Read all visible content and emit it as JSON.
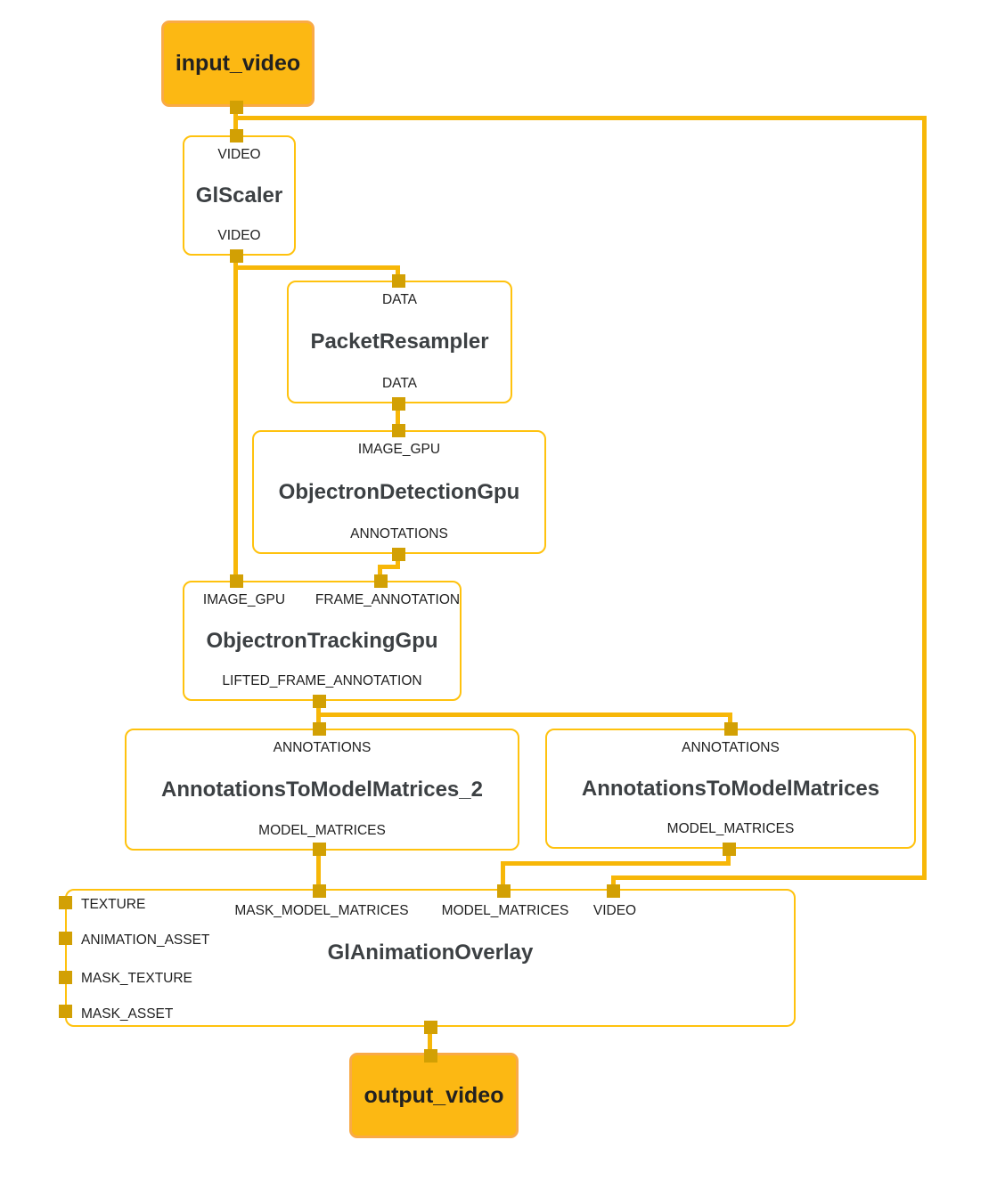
{
  "colors": {
    "edge": "#F7B708",
    "port": "#D2A004",
    "node_border": "#FFC20E",
    "node_fill": "#FFFFFF",
    "terminal_fill": "#FCB813",
    "terminal_border": "#F9AA47",
    "label_text": "#1F1F1F",
    "title_text": "#3C4043",
    "background": "#FFFFFF"
  },
  "graph": {
    "nodes": {
      "input_video": {
        "title": "input_video"
      },
      "gl_scaler": {
        "title": "GlScaler",
        "input": "VIDEO",
        "output": "VIDEO"
      },
      "packet_resampler": {
        "title": "PacketResampler",
        "input": "DATA",
        "output": "DATA"
      },
      "objectron_detection_gpu": {
        "title": "ObjectronDetectionGpu",
        "input": "IMAGE_GPU",
        "output": "ANNOTATIONS"
      },
      "objectron_tracking_gpu": {
        "title": "ObjectronTrackingGpu",
        "input_1": "IMAGE_GPU",
        "input_2": "FRAME_ANNOTATION",
        "output": "LIFTED_FRAME_ANNOTATION"
      },
      "annotations_to_model_matrices_2": {
        "title": "AnnotationsToModelMatrices_2",
        "input": "ANNOTATIONS",
        "output": "MODEL_MATRICES"
      },
      "annotations_to_model_matrices": {
        "title": "AnnotationsToModelMatrices",
        "input": "ANNOTATIONS",
        "output": "MODEL_MATRICES"
      },
      "gl_animation_overlay": {
        "title": "GlAnimationOverlay",
        "side_inputs": [
          "TEXTURE",
          "ANIMATION_ASSET",
          "MASK_TEXTURE",
          "MASK_ASSET"
        ],
        "top_inputs": [
          "MASK_MODEL_MATRICES",
          "MODEL_MATRICES",
          "VIDEO"
        ]
      },
      "output_video": {
        "title": "output_video"
      }
    }
  }
}
